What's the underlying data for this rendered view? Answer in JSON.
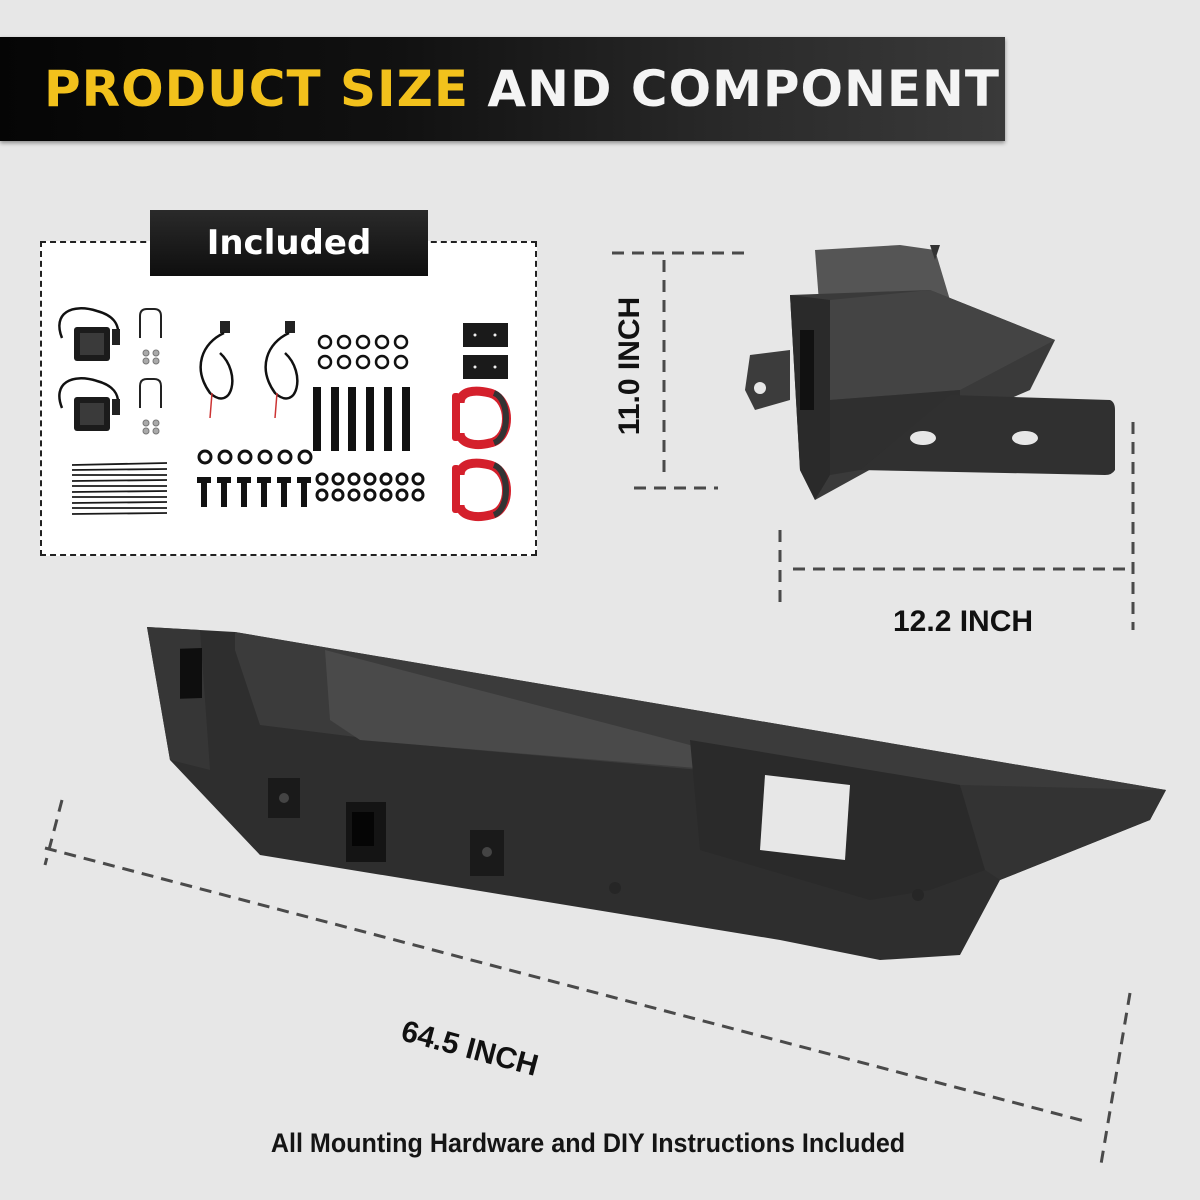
{
  "banner": {
    "title_highlight": "PRODUCT SIZE",
    "title_rest": "AND COMPONENT",
    "highlight_color": "#f2c11c",
    "text_color": "#f4f4f4",
    "background": "#0a0a0a"
  },
  "included": {
    "label": "Included",
    "items": [
      {
        "name": "LED pod light",
        "qty": 2,
        "icon": "led-pod-light-icon"
      },
      {
        "name": "U-bolt mounting bracket kit",
        "qty": 2,
        "icon": "u-bolt-icon"
      },
      {
        "name": "Wiring harness",
        "qty": 2,
        "icon": "wiring-harness-icon"
      },
      {
        "name": "Cable ties",
        "qty": 10,
        "icon": "cable-tie-icon"
      },
      {
        "name": "Flange nuts",
        "qty": 6,
        "icon": "nut-icon"
      },
      {
        "name": "Short bolts",
        "qty": 6,
        "icon": "bolt-icon"
      },
      {
        "name": "Washers (top)",
        "qty": 10,
        "icon": "washer-icon"
      },
      {
        "name": "Long bolts",
        "qty": 6,
        "icon": "long-bolt-icon"
      },
      {
        "name": "Washers (bottom)",
        "qty": 14,
        "icon": "washer-icon"
      },
      {
        "name": "Mounting plates",
        "qty": 2,
        "icon": "bracket-plate-icon"
      },
      {
        "name": "D-ring shackles",
        "qty": 2,
        "icon": "d-ring-shackle-icon",
        "color": "#d4202c"
      }
    ]
  },
  "dimensions": {
    "height": "11.0 INCH",
    "depth": "12.2 INCH",
    "width": "64.5 INCH"
  },
  "footer": {
    "text": "All Mounting Hardware and DIY Instructions Included"
  }
}
